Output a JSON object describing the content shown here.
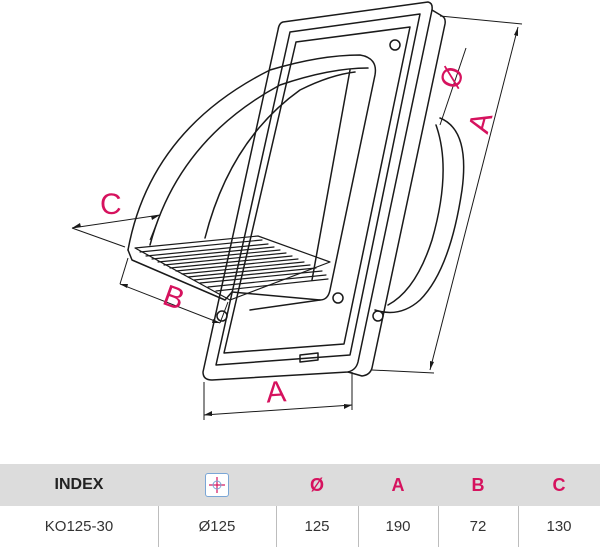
{
  "diagram": {
    "labels": {
      "c": "C",
      "b": "B",
      "a_bottom": "A",
      "a_side": "A",
      "diameter": "Ø"
    },
    "accent_color": "#d6125e",
    "line_color": "#1a1a1a"
  },
  "table": {
    "headers": [
      "INDEX",
      "",
      "Ø",
      "A",
      "B",
      "C"
    ],
    "header_icon": "duct-cross-section-icon",
    "rows": [
      [
        "KO125-30",
        "Ø125",
        "125",
        "190",
        "72",
        "130"
      ]
    ],
    "header_bg": "#dcdcdc"
  }
}
